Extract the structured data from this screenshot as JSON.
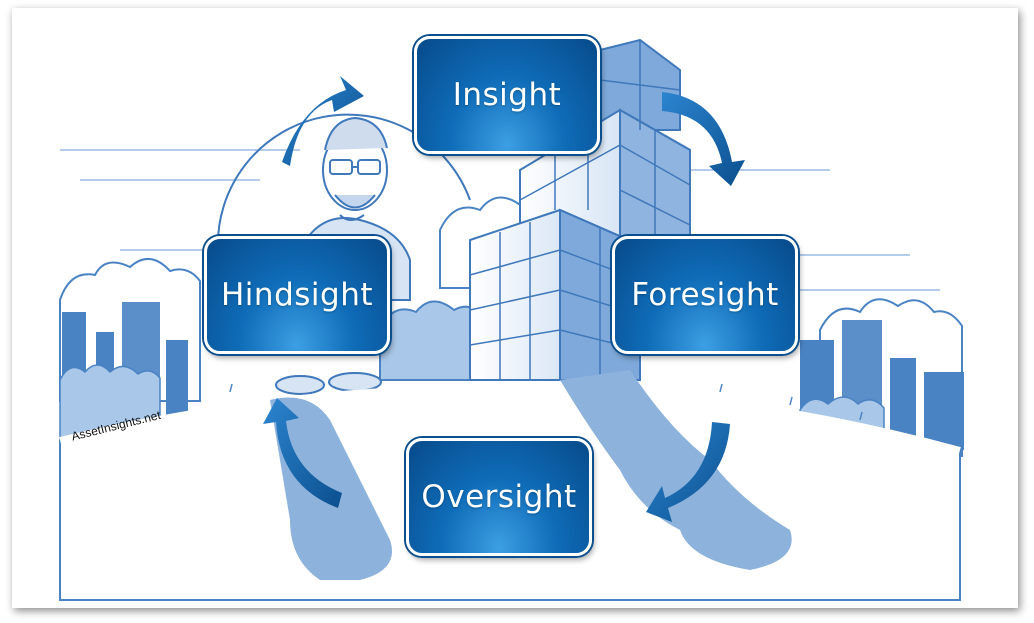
{
  "stages": {
    "insight": "Insight",
    "foresight": "Foresight",
    "oversight": "Oversight",
    "hindsight": "Hindsight"
  },
  "watermark": "AssetInsights.net",
  "colors": {
    "box_dark": "#074a8a",
    "box_mid": "#0f6cb8",
    "box_light": "#3d9fe3",
    "illustration": "#4a83c4",
    "illustration_light": "#a9c7e8",
    "arrow": "#1a64ad"
  },
  "icons": [
    "cycle-arrow",
    "building",
    "cityscape",
    "person-caricature"
  ]
}
